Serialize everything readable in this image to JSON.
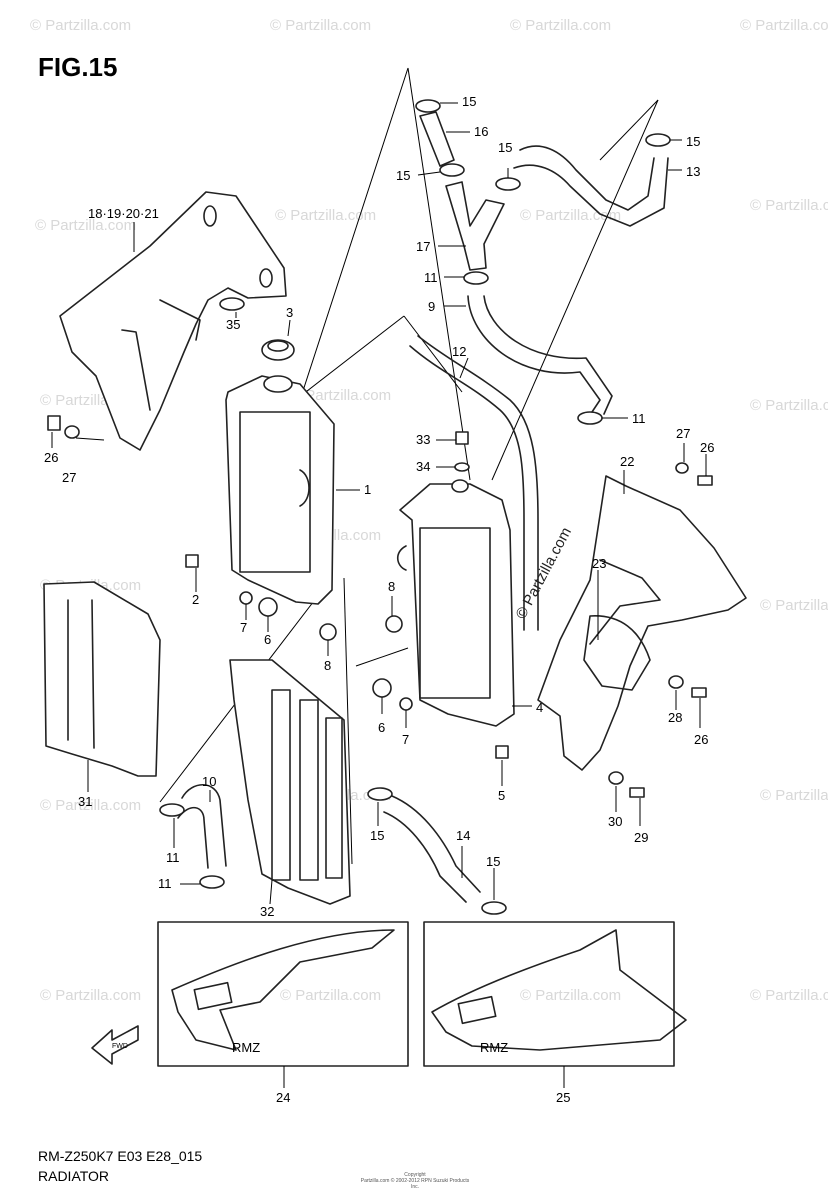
{
  "figure": {
    "title": "FIG.15",
    "model_code": "RM-Z250K7 E03 E28_015",
    "section_name": "RADIATOR",
    "watermark": "© Partzilla.com",
    "copyright_lines": [
      "Copyright",
      "Partzilla.com © 2002-2012 RPN Suzuki Products Inc."
    ],
    "fwd_label": "FWD",
    "decal_text": "RMZ"
  },
  "callouts": {
    "c1": "1",
    "c2": "2",
    "c3": "3",
    "c4": "4",
    "c5": "5",
    "c6a": "6",
    "c6b": "6",
    "c7a": "7",
    "c7b": "7",
    "c8a": "8",
    "c8b": "8",
    "c9": "9",
    "c10": "10",
    "c11a": "11",
    "c11b": "11",
    "c11c": "11",
    "c11d": "11",
    "c12": "12",
    "c13": "13",
    "c14": "14",
    "c15a": "15",
    "c15b": "15",
    "c15c": "15",
    "c15d": "15",
    "c15e": "15",
    "c15f": "15",
    "c16": "16",
    "c17": "17",
    "c18": "18·19·20·21",
    "c22": "22",
    "c23": "23",
    "c24": "24",
    "c25": "25",
    "c26a": "26",
    "c26b": "26",
    "c26c": "26",
    "c27a": "27",
    "c27b": "27",
    "c28": "28",
    "c29": "29",
    "c30": "30",
    "c31": "31",
    "c32": "32",
    "c33": "33",
    "c34": "34",
    "c35": "35"
  }
}
